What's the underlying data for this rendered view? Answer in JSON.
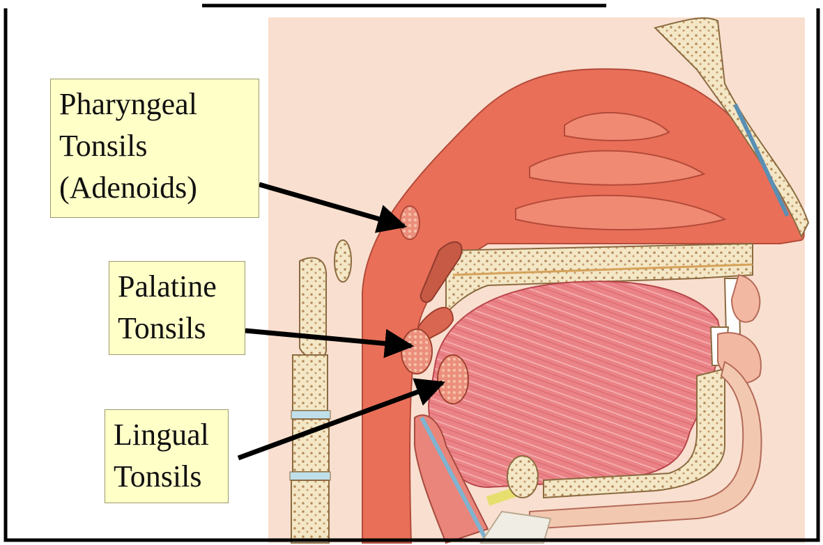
{
  "labels": {
    "pharyngeal": [
      "Pharyngeal",
      "Tonsils",
      "(Adenoids)"
    ],
    "palatine": [
      "Palatine",
      "Tonsils"
    ],
    "lingual": [
      "Lingual",
      "Tonsils"
    ]
  },
  "colors": {
    "label_fill": "#ffffc8",
    "skin": "#f9dfcf",
    "nasal_cavity": "#e96f58",
    "tongue": "#ec8a8c",
    "bone": "#f3e7c6",
    "arrow": "#000000"
  }
}
